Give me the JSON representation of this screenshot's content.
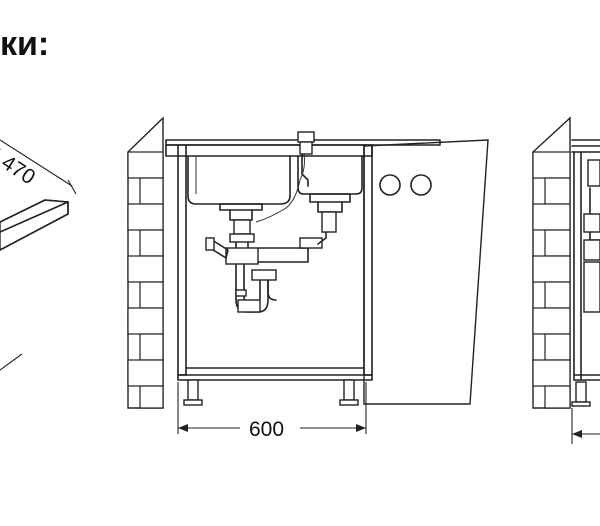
{
  "heading": "ки:",
  "dimensions": {
    "width_front": "600",
    "depth_left": "470"
  }
}
